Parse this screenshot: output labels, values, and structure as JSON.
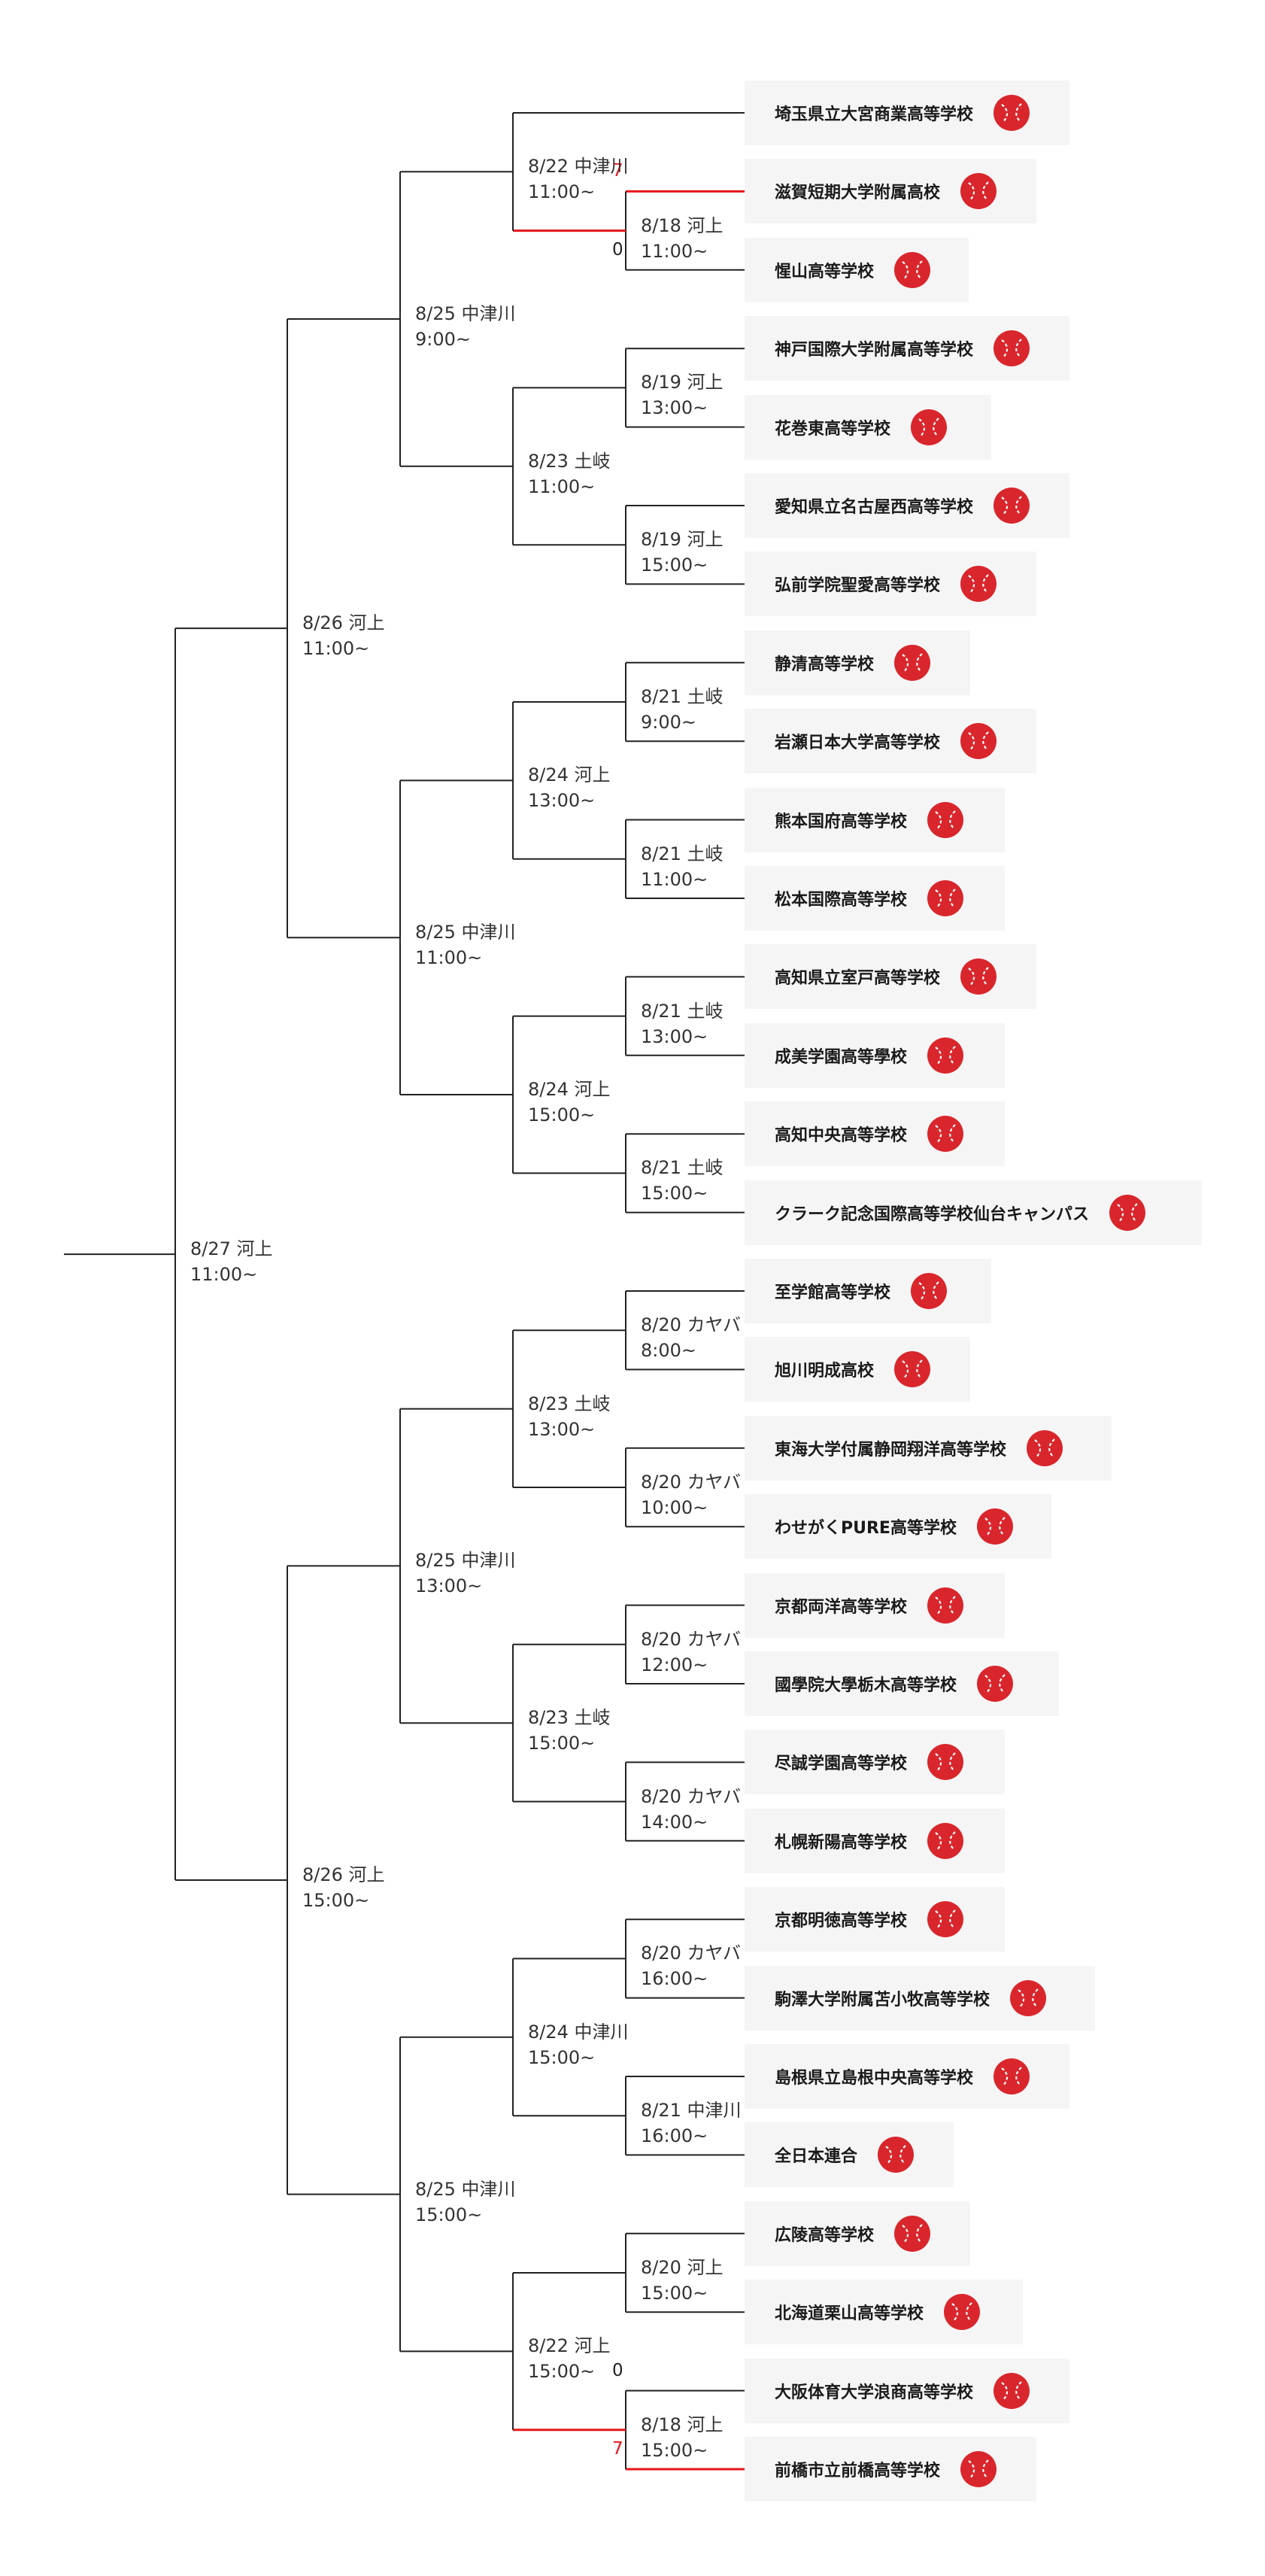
{
  "teams": [
    {
      "name": "埼玉県立大宮商業高等学校"
    },
    {
      "name": "滋賀短期大学附属高校"
    },
    {
      "name": "惺山高等学校"
    },
    {
      "name": "神戸国際大学附属高等学校"
    },
    {
      "name": "花巻東高等学校"
    },
    {
      "name": "愛知県立名古屋西高等学校"
    },
    {
      "name": "弘前学院聖愛高等学校"
    },
    {
      "name": "静清高等学校"
    },
    {
      "name": "岩瀬日本大学高等学校"
    },
    {
      "name": "熊本国府高等学校"
    },
    {
      "name": "松本国際高等学校"
    },
    {
      "name": "高知県立室戸高等学校"
    },
    {
      "name": "成美学園高等學校"
    },
    {
      "name": "高知中央高等学校"
    },
    {
      "name": "クラーク記念国際高等学校仙台キャンパス"
    },
    {
      "name": "至学館高等学校"
    },
    {
      "name": "旭川明成高校"
    },
    {
      "name": "東海大学付属静岡翔洋高等学校"
    },
    {
      "name": "わせがくPURE高等学校"
    },
    {
      "name": "京都両洋高等学校"
    },
    {
      "name": "國學院大學栃木高等学校"
    },
    {
      "name": "尽誠学園高等学校"
    },
    {
      "name": "札幌新陽高等学校"
    },
    {
      "name": "京都明徳高等学校"
    },
    {
      "name": "駒澤大学附属苫小牧高等学校"
    },
    {
      "name": "島根県立島根中央高等学校"
    },
    {
      "name": "全日本連合"
    },
    {
      "name": "広陵高等学校"
    },
    {
      "name": "北海道栗山高等学校"
    },
    {
      "name": "大阪体育大学浪商高等学校"
    },
    {
      "name": "前橋市立前橋高等学校"
    }
  ],
  "matches": {
    "r1": [
      {
        "date": "8/18 河上",
        "time": "11:00~",
        "scores": [
          "7",
          "0"
        ]
      },
      {
        "date": "8/19 河上",
        "time": "13:00~"
      },
      {
        "date": "8/19 河上",
        "time": "15:00~"
      },
      {
        "date": "8/21 土岐",
        "time": "9:00~"
      },
      {
        "date": "8/21 土岐",
        "time": "11:00~"
      },
      {
        "date": "8/21 土岐",
        "time": "13:00~"
      },
      {
        "date": "8/21 土岐",
        "time": "15:00~"
      },
      {
        "date": "8/20 カヤバ",
        "time": "8:00~"
      },
      {
        "date": "8/20 カヤバ",
        "time": "10:00~"
      },
      {
        "date": "8/20 カヤバ",
        "time": "12:00~"
      },
      {
        "date": "8/20 カヤバ",
        "time": "14:00~"
      },
      {
        "date": "8/20 カヤバ",
        "time": "16:00~"
      },
      {
        "date": "8/21 中津川",
        "time": "16:00~"
      },
      {
        "date": "8/20 河上",
        "time": "15:00~"
      },
      {
        "date": "8/18 河上",
        "time": "15:00~",
        "scores": [
          "0",
          "7"
        ]
      }
    ],
    "r2": [
      {
        "date": "8/22 中津川",
        "time": "11:00~"
      },
      {
        "date": "8/23 土岐",
        "time": "11:00~"
      },
      {
        "date": "8/24 河上",
        "time": "13:00~"
      },
      {
        "date": "8/24 河上",
        "time": "15:00~"
      },
      {
        "date": "8/23 土岐",
        "time": "13:00~"
      },
      {
        "date": "8/23 土岐",
        "time": "15:00~"
      },
      {
        "date": "8/24 中津川",
        "time": "15:00~"
      },
      {
        "date": "8/22 河上",
        "time": "15:00~"
      }
    ],
    "r3": [
      {
        "date": "8/25 中津川",
        "time": "9:00~"
      },
      {
        "date": "8/25 中津川",
        "time": "11:00~"
      },
      {
        "date": "8/25 中津川",
        "time": "13:00~"
      },
      {
        "date": "8/25 中津川",
        "time": "15:00~"
      }
    ],
    "r4": [
      {
        "date": "8/26 河上",
        "time": "11:00~"
      },
      {
        "date": "8/26 河上",
        "time": "15:00~"
      }
    ],
    "r5": [
      {
        "date": "8/27 河上",
        "time": "11:00~"
      }
    ]
  },
  "colors": {
    "win": "#e5161b",
    "line": "#222222",
    "ball": "#d9262c"
  },
  "icons": {
    "team": "baseball-icon"
  }
}
